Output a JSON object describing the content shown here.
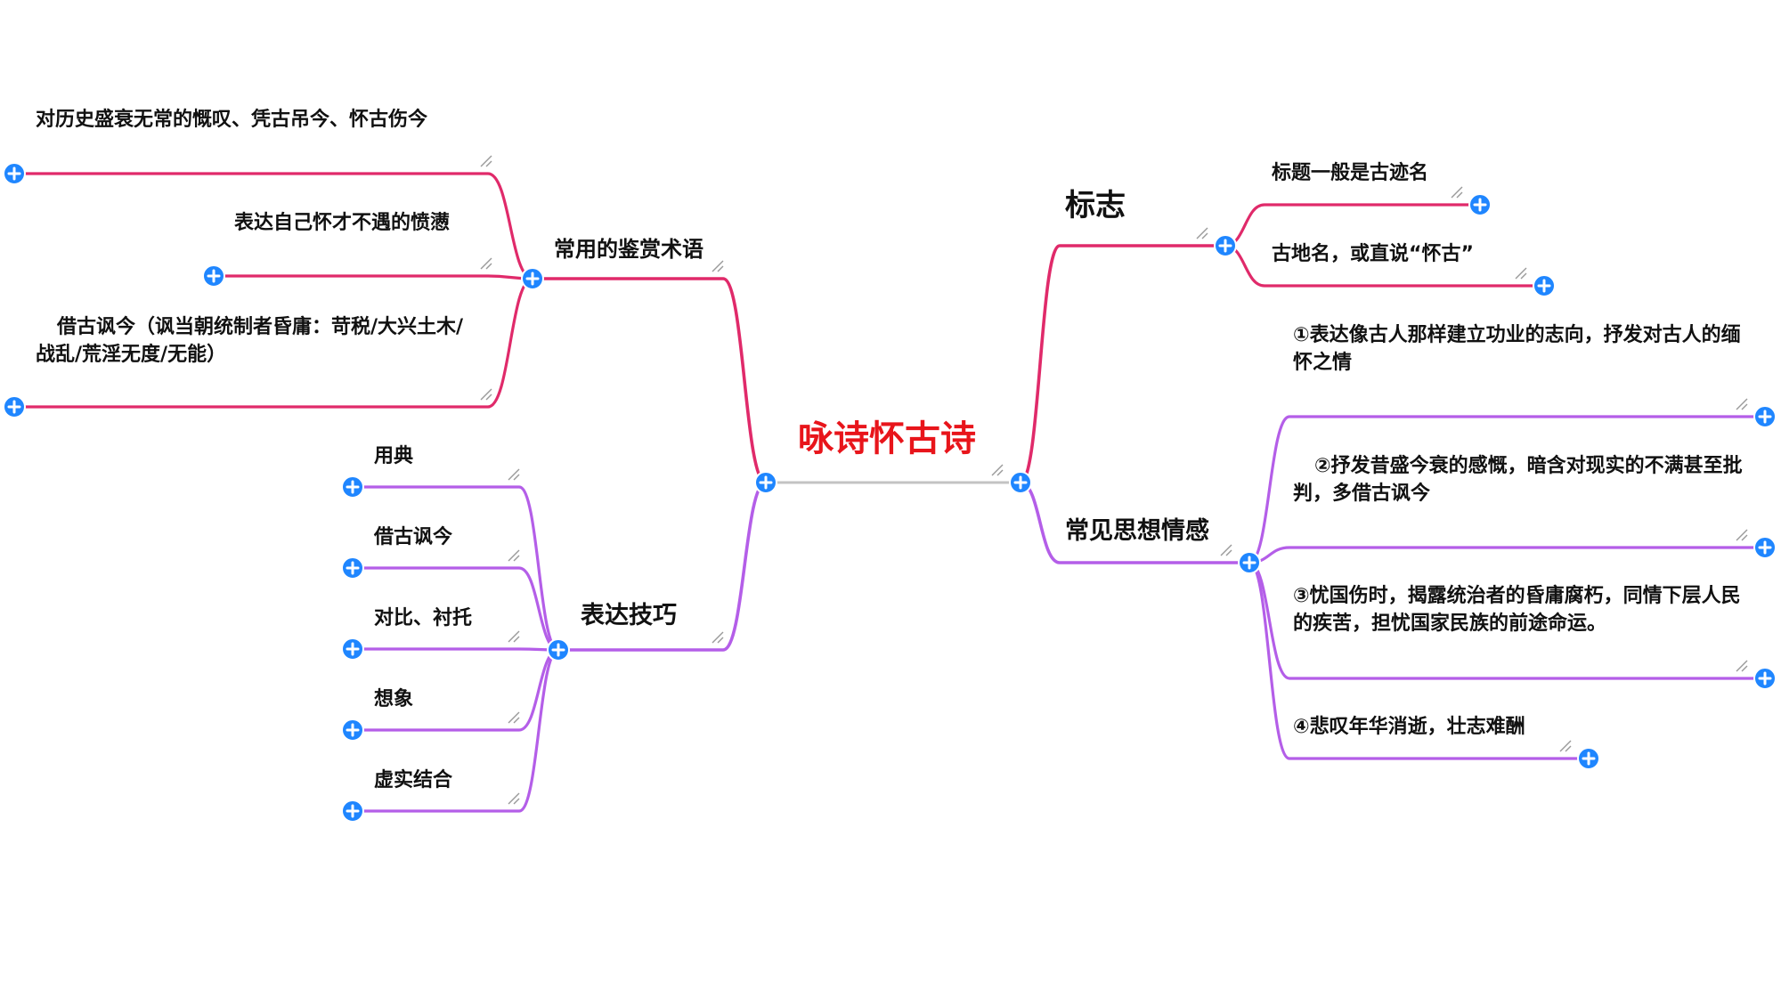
{
  "colors": {
    "root_line": "#c3c3c3",
    "red_branch": "#e02a6a",
    "purple_branch": "#b45ee8",
    "expand_button": "#1f86ff",
    "root_text": "#e8151b"
  },
  "icons": {
    "expand": "plus-circle-icon",
    "resize": "resize-handle-icon"
  },
  "mindmap": {
    "root": "咏诗怀古诗",
    "left": [
      {
        "label": "常用的鉴赏术语",
        "children": [
          "对历史盛衰无常的慨叹、凭古吊今、怀古伤今",
          "表达自己怀才不遇的愤懑",
          "借古讽今（讽当朝统制者昏庸：苛税/大兴土木/战乱/荒淫无度/无能）"
        ]
      },
      {
        "label": "表达技巧",
        "children": [
          "用典",
          "借古讽今",
          "对比、衬托",
          "想象",
          "虚实结合"
        ]
      }
    ],
    "right": [
      {
        "label": "标志",
        "children": [
          "标题一般是古迹名",
          "古地名，或直说“怀古”"
        ]
      },
      {
        "label": "常见思想情感",
        "children": [
          "①表达像古人那样建立功业的志向，抒发对古人的缅怀之情",
          "②抒发昔盛今衰的感慨，暗含对现实的不满甚至批判，多借古讽今",
          "③忧国伤时，揭露统治者的昏庸腐朽，同情下层人民的疾苦，担忧国家民族的前途命运。",
          "④悲叹年华消逝，壮志难酬"
        ]
      }
    ]
  }
}
